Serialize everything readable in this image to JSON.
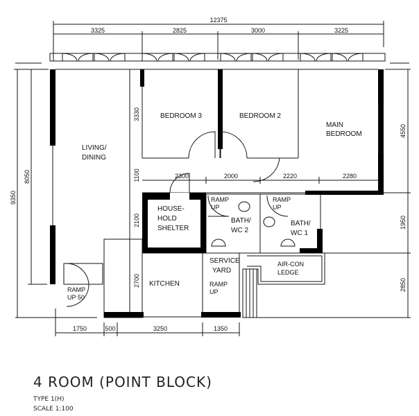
{
  "rooms": {
    "bedroom3": "BEDROOM 3",
    "bedroom2": "BEDROOM 2",
    "main_bedroom": [
      "MAIN",
      "BEDROOM"
    ],
    "living_dining": [
      "LIVING/",
      "DINING"
    ],
    "household_shelter": [
      "HOUSE-",
      "HOLD",
      "SHELTER"
    ],
    "bath_wc2": [
      "BATH/",
      "WC 2"
    ],
    "bath_wc1": [
      "BATH/",
      "WC 1"
    ],
    "aircon_ledge": [
      "AIR-CON",
      "LEDGE"
    ],
    "kitchen": "KITCHEN",
    "service_yard": [
      "SERVICE",
      "YARD"
    ],
    "ramp_up": [
      "RAMP",
      "UP"
    ],
    "ramp_up_50": [
      "RAMP",
      "UP 50"
    ]
  },
  "dimensions": {
    "top_total": "12375",
    "top": [
      "3325",
      "2825",
      "3000",
      "3225"
    ],
    "corridor": [
      "2300",
      "2000",
      "2220",
      "2280"
    ],
    "bottom": [
      "1750",
      "500",
      "3250",
      "1350"
    ],
    "left_outer": "9350",
    "left_inner": "8050",
    "inner_vertical": [
      "3330",
      "1100",
      "2100",
      "2700"
    ],
    "right": [
      "4550",
      "1950",
      "2850"
    ]
  },
  "title": {
    "name": "4 ROOM (POINT BLOCK)",
    "type": "TYPE 1(H)",
    "scale": "SCALE 1:100"
  }
}
